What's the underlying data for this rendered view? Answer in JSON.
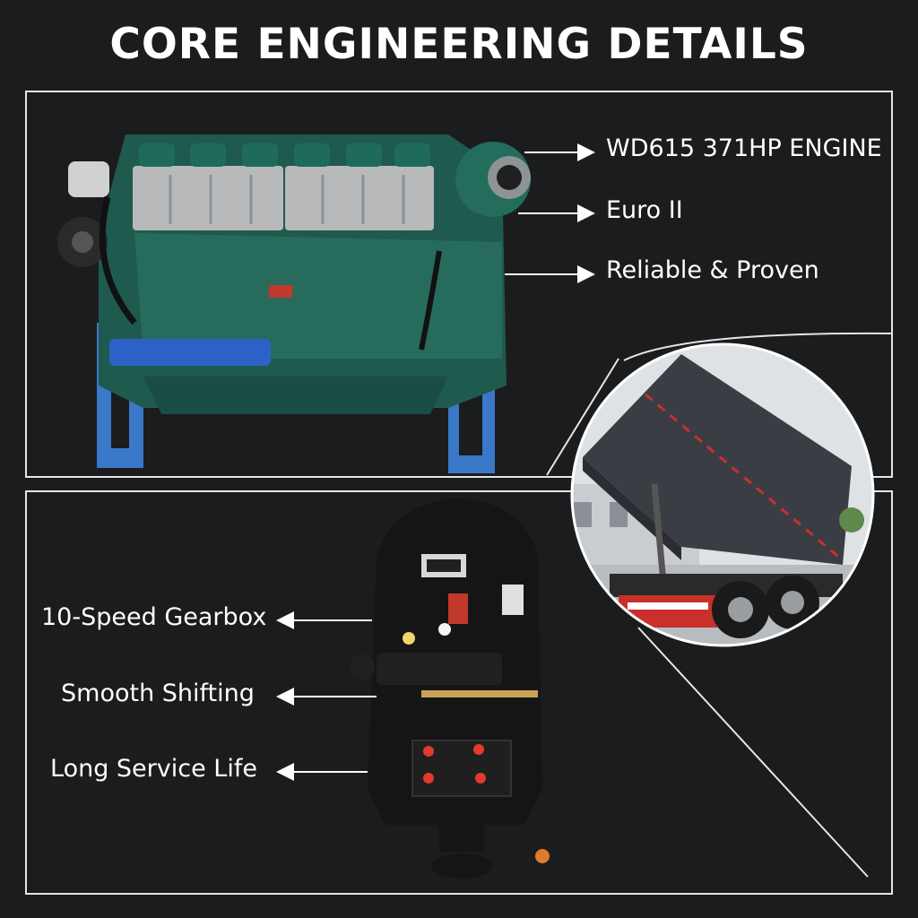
{
  "title": "CORE ENGINEERING DETAILS",
  "engine": {
    "labels": [
      "WD615 371HP ENGINE",
      "Euro II",
      "Reliable & Proven"
    ]
  },
  "gearbox": {
    "labels": [
      "10-Speed Gearbox",
      "Smooth Shifting",
      "Long Service Life"
    ]
  },
  "colors": {
    "background": "#1b1c1e",
    "engine_green": "#1f5a4e",
    "stand_blue": "#3a78c9",
    "gearbox_black": "#151515",
    "dump_body": "#3a3d44",
    "sky": "#dfe2e5"
  }
}
